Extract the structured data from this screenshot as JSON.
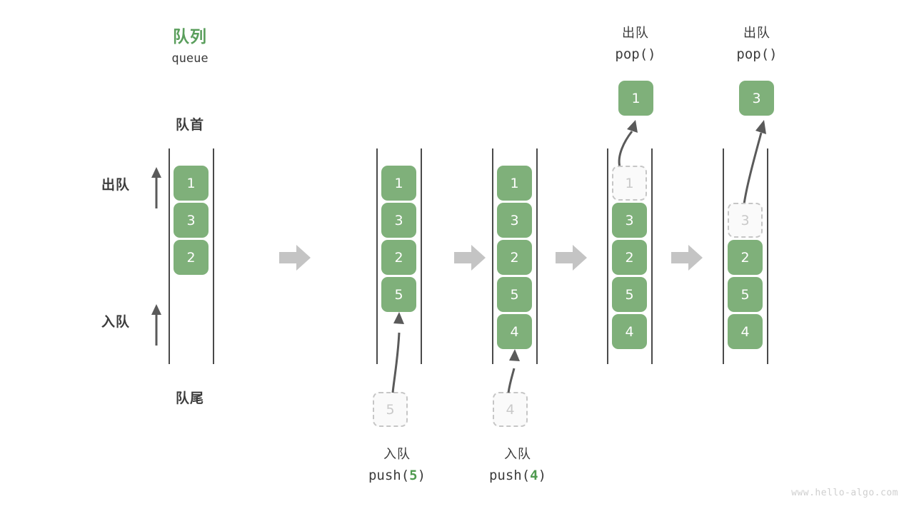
{
  "diagram": {
    "title_cn": "队列",
    "title_en": "queue",
    "front_label": "队首",
    "rear_label": "队尾",
    "dequeue_label": "出队",
    "enqueue_label": "入队",
    "watermark": "www.hello-algo.com",
    "colors": {
      "accent_green": "#7fb07a",
      "title_green": "#5a9e5c",
      "text": "#3c3c3c",
      "ghost_border": "#c6c6c6",
      "ghost_text": "#c9c9c9",
      "rail": "#4a4a4a",
      "chevron": "#c4c4c4",
      "watermark": "#cfcfcf"
    },
    "steps": [
      {
        "id": "initial",
        "cells": [
          "1",
          "3",
          "2"
        ],
        "op_cn": "",
        "op_code": "",
        "incoming": null,
        "outgoing": null
      },
      {
        "id": "push-5",
        "cells": [
          "1",
          "3",
          "2",
          "5"
        ],
        "op_cn": "入队",
        "op_code_prefix": "push(",
        "op_code_arg": "5",
        "op_code_suffix": ")",
        "incoming": "5",
        "outgoing": null
      },
      {
        "id": "push-4",
        "cells": [
          "1",
          "3",
          "2",
          "5",
          "4"
        ],
        "op_cn": "入队",
        "op_code_prefix": "push(",
        "op_code_arg": "4",
        "op_code_suffix": ")",
        "incoming": "4",
        "outgoing": null
      },
      {
        "id": "pop-1",
        "cells": [
          "1",
          "3",
          "2",
          "5",
          "4"
        ],
        "ghost_index": 0,
        "op_cn": "出队",
        "op_code_prefix": "pop(",
        "op_code_arg": "",
        "op_code_suffix": ")",
        "incoming": null,
        "outgoing": "1"
      },
      {
        "id": "pop-3",
        "cells": [
          "3",
          "2",
          "5",
          "4"
        ],
        "ghost_index": 0,
        "op_cn": "出队",
        "op_code_prefix": "pop(",
        "op_code_arg": "",
        "op_code_suffix": ")",
        "incoming": null,
        "outgoing": "3"
      }
    ]
  }
}
